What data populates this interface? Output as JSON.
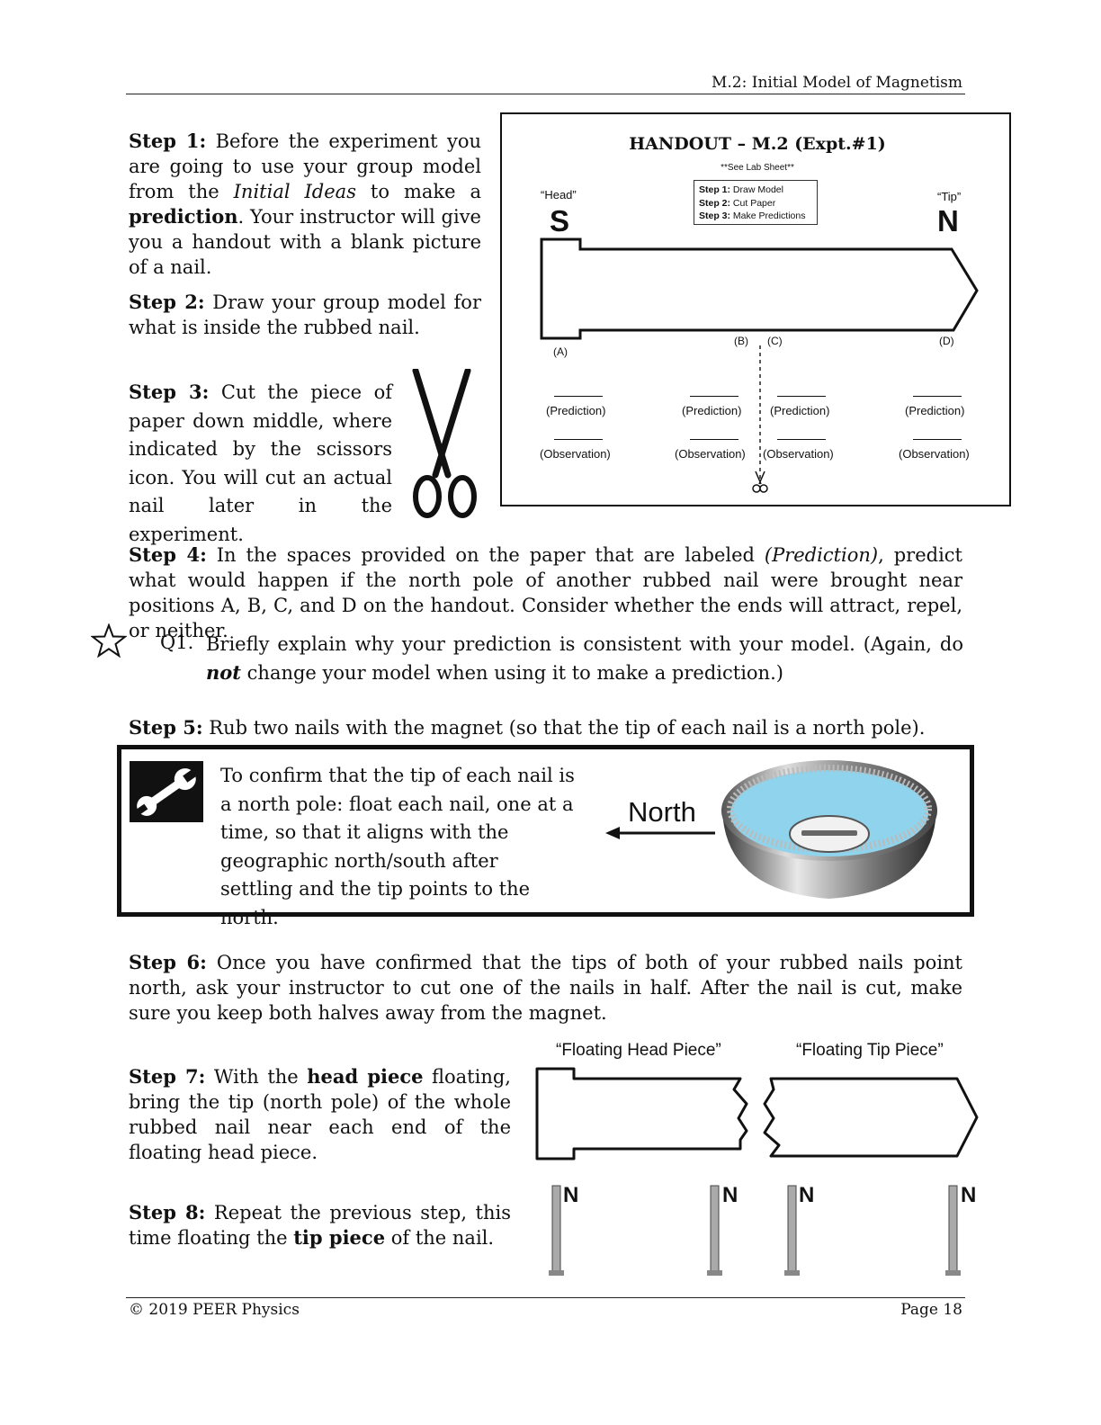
{
  "header": {
    "running_head": "M.2: Initial Model of Magnetism"
  },
  "step1": {
    "label": "Step 1:",
    "text_a": " Before the experiment you are going to use your group model from the ",
    "italic": "Initial Ideas",
    "text_b": " to make a ",
    "bold": "prediction",
    "text_c": ". Your instructor will give you a handout with a blank picture of a nail."
  },
  "step2": {
    "label": "Step 2:",
    "text": " Draw your group model for what is inside the rubbed nail."
  },
  "step3": {
    "label": "Step 3:",
    "text": " Cut the piece of paper down middle, where indicated by the scissors icon.  You will cut an actual nail later in the experiment."
  },
  "handout": {
    "title": "HANDOUT – M.2 (Expt.#1)",
    "see_note": "**See Lab Sheet**",
    "steps": [
      {
        "label": "Step 1:",
        "text": " Draw Model"
      },
      {
        "label": "Step 2:",
        "text": " Cut Paper"
      },
      {
        "label": "Step 3:",
        "text": " Make Predictions"
      }
    ],
    "head_label": "“Head”",
    "tip_label": "“Tip”",
    "s_letter": "S",
    "n_letter": "N",
    "positions": [
      "(A)",
      "(B)",
      "(C)",
      "(D)"
    ],
    "prediction": "(Prediction)",
    "observation": "(Observation)"
  },
  "step4": {
    "label": "Step 4:",
    "text_a": " In the spaces provided on the paper that are labeled ",
    "italic": "(Prediction)",
    "text_b": ", predict what would happen if the north pole of another rubbed nail were brought near positions A, B, C, and D on the handout.  Consider whether the ends will attract, repel, or neither."
  },
  "q1": {
    "number": "Q1.",
    "text_a": "Briefly explain why your prediction is consistent with your model.  (Again, do ",
    "bold_italic": "not",
    "text_b": " change your model when using it to make a prediction.)"
  },
  "step5": {
    "label": "Step 5:",
    "text": " Rub two nails with the magnet (so that the tip of each nail is a north pole)."
  },
  "toolbox": {
    "text": "To confirm that the tip of each nail is a north pole: float each nail, one at a time, so that it aligns with the geographic north/south after settling and the tip points to the north.",
    "north_label": "North"
  },
  "step6": {
    "label": "Step 6:",
    "text": "  Once you have confirmed that the tips of both of your rubbed nails point north, ask your instructor to cut one of the nails in half.  After the nail is cut, make sure you keep both halves away from the magnet."
  },
  "step7": {
    "label": "Step 7:",
    "text_a": "  With the ",
    "bold": "head piece",
    "text_b": " floating, bring the tip (north pole) of the whole rubbed nail near each end of the floating head piece."
  },
  "step8": {
    "label": "Step 8:",
    "text_a": "  Repeat the previous step, this time floating the ",
    "bold": "tip piece",
    "text_b": " of the nail."
  },
  "figure2": {
    "head_piece_label": "“Floating Head Piece”",
    "tip_piece_label": "“Floating Tip Piece”",
    "nail_label": "N"
  },
  "footer": {
    "copyright": "© 2019 PEER Physics",
    "page": "Page 18"
  }
}
